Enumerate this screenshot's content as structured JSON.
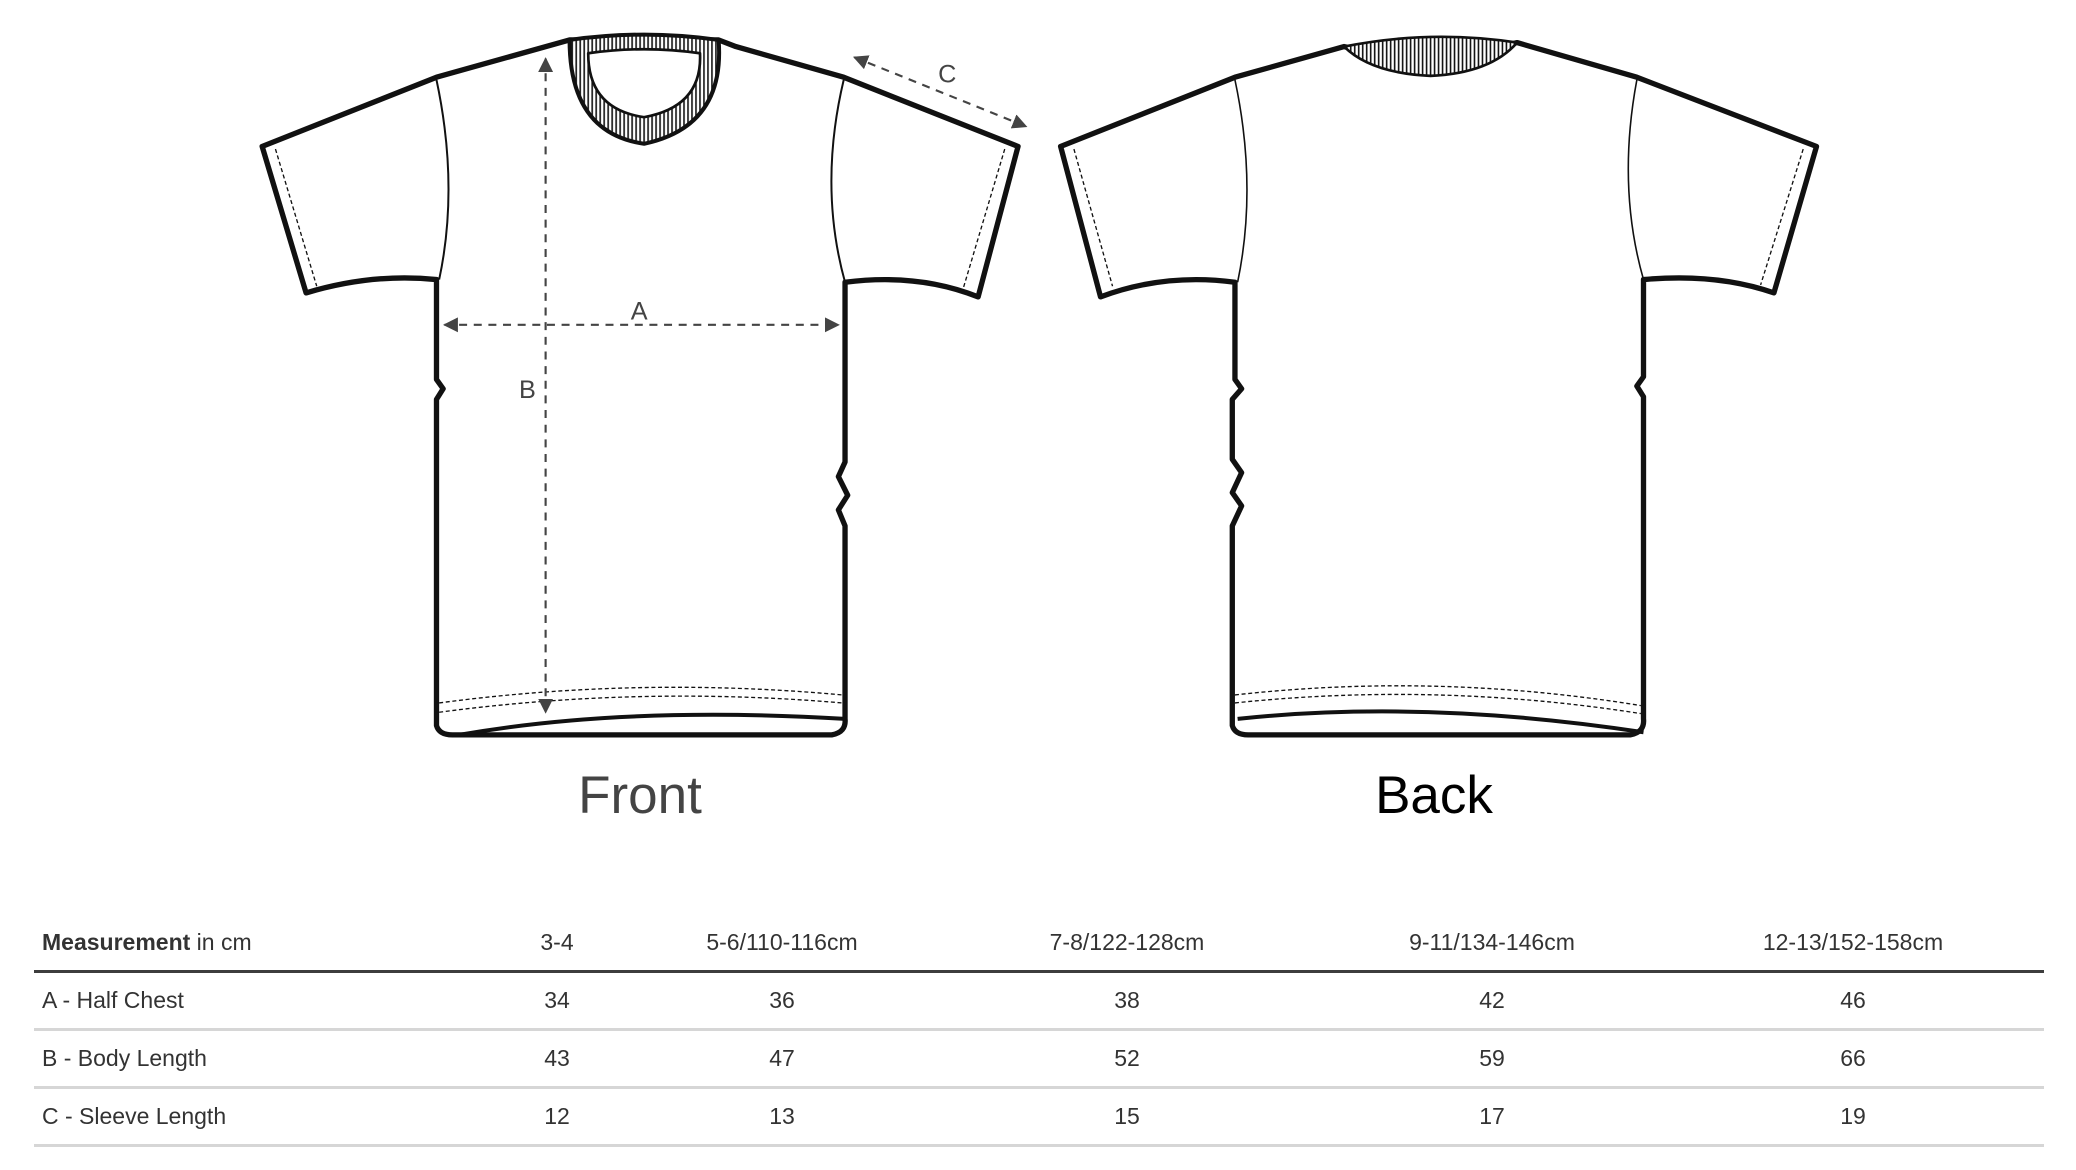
{
  "diagram": {
    "dim_a": "A",
    "dim_b": "B",
    "dim_c": "C",
    "front_label": "Front",
    "back_label": "Back"
  },
  "table": {
    "header": {
      "label_bold": "Measurement",
      "label_rest": " in cm",
      "sizes": [
        "3-4",
        "5-6/110-116cm",
        "7-8/122-128cm",
        "9-11/134-146cm",
        "12-13/152-158cm"
      ]
    },
    "rows": [
      {
        "label": "A - Half Chest",
        "values": [
          "34",
          "36",
          "38",
          "42",
          "46"
        ]
      },
      {
        "label": "B - Body Length",
        "values": [
          "43",
          "47",
          "52",
          "59",
          "66"
        ]
      },
      {
        "label": "C - Sleeve Length",
        "values": [
          "12",
          "13",
          "15",
          "17",
          "19"
        ]
      }
    ]
  }
}
